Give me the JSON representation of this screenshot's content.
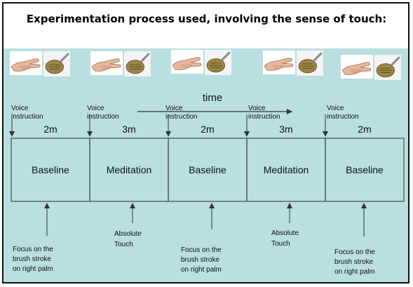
{
  "title": "Experimentation process used, involving the sense of touch:",
  "timeline": {
    "time_label": "time",
    "voice_instruction": [
      "Voice",
      "instruction"
    ],
    "durations": [
      "2m",
      "3m",
      "2m",
      "3m",
      "2m"
    ],
    "phases": [
      "Baseline",
      "Meditation",
      "Baseline",
      "Meditation",
      "Baseline"
    ]
  },
  "notes": {
    "focus": [
      "Focus on the",
      "brush stroke",
      "on right palm"
    ],
    "absolute": [
      "Absolute",
      "Touch"
    ]
  },
  "icons": [
    "hand-icon",
    "brush-icon"
  ],
  "colors": {
    "panel": "#b9dfe0",
    "box_border": "#555555",
    "text": "#111111"
  }
}
